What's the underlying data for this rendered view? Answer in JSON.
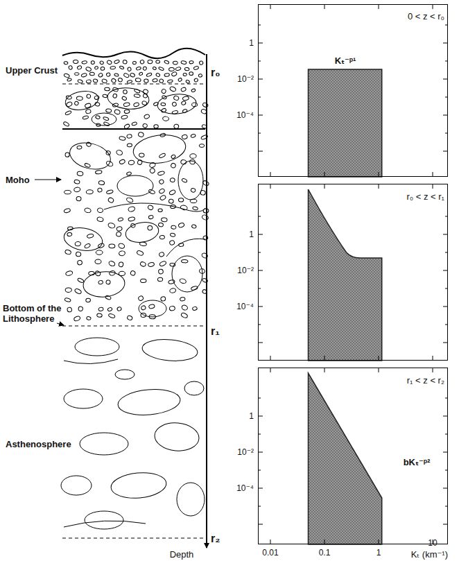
{
  "diagram": {
    "nodes": [
      {
        "text": [
          "0 < z < r₀",
          "Kₜ⁻ᵖ¹"
        ]
      },
      {
        "text": [
          "r₀ < z < r₁"
        ]
      },
      {
        "text": [
          "r₁ < z < r₂",
          "bKₜ⁻ᵖ²"
        ]
      }
    ],
    "labels": [
      "Upper Crust",
      "r₀",
      "Moho",
      "Bottom of the Lithosphere",
      "r₁",
      "Asthenosphere",
      "r₂",
      "Depth",
      "1",
      "10⁻²",
      "10⁻⁴",
      "1",
      "10⁻²",
      "10⁻⁴",
      "1",
      "10⁻²",
      "10⁻⁴",
      "0.01",
      "0.1",
      "1",
      "10",
      "Kₜ (km⁻¹)"
    ]
  }
}
